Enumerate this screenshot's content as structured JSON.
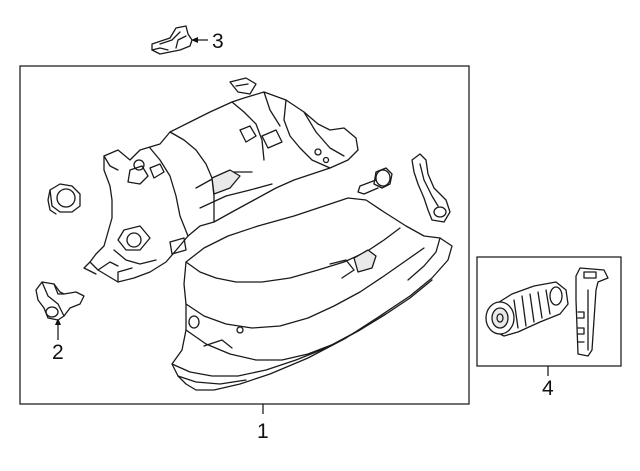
{
  "callouts": {
    "part_1": "1",
    "part_2": "2",
    "part_3": "3",
    "part_4": "4"
  },
  "colors": {
    "line": "#1a1a1a",
    "background": "#ffffff"
  }
}
